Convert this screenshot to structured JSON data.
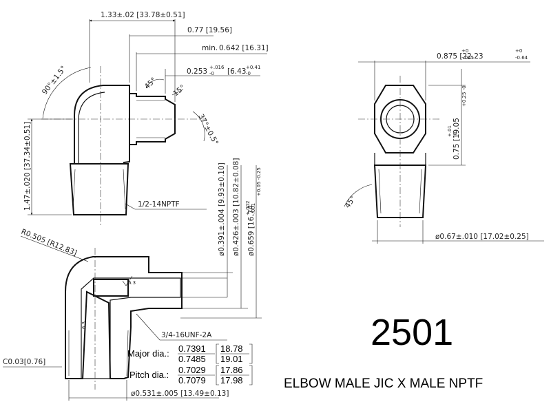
{
  "part_number": "2501",
  "part_title": "ELBOW MALE JIC X MALE NPTF",
  "dimensions": {
    "overall_width": "1.33±.02 [33.78±0.51]",
    "flare_length": "0.77 [19.56]",
    "min_length_label": "min.",
    "min_length": "0.642 [16.31]",
    "nose_length_a": "0.253",
    "nose_length_b": "[6.43",
    "angle_bend": "90°±1.5°",
    "angle_45": "45°",
    "angle_37": "37°±0.5°",
    "chamfer_15": "15°",
    "overall_height": "1.47±.020 [37.34±0.51]",
    "pipe_thread": "1/2-14NPTF",
    "radius": "R0.505 [R12.83]",
    "bore_dia": "ø0.391±.004 [9.93±0.10]",
    "thread_relief_dia": "ø0.426±.003 [10.82±0.08]",
    "flare_dia": "ø0.659 [16.74",
    "roughness_1": "6.3",
    "roughness_2": "6.3",
    "jic_thread": "3/4-16UNF-2A",
    "chamfer": "C0.03[0.76]",
    "bottom_dia": "ø0.531±.005 [13.49±0.13]",
    "hex_size": "0.875 [22.23",
    "hex_height": "0.75 [19.05",
    "side_angle": "45°",
    "pipe_dia": "ø0.67±.010 [17.02±0.25]"
  },
  "tolerances": {
    "nose_up": "+.016",
    "nose_down": "-0",
    "nose_mm_up": "+0.41",
    "nose_mm_down": "-0",
    "flare_up": "+.002",
    "flare_down": "-.001",
    "flare_mm": "+0.05 -0.25",
    "hex_up": "+0",
    "hex_down": "-.025",
    "hex_mm_up": "+0",
    "hex_mm_down": "-0.64",
    "hexh_up": "+.01",
    "hexh_down": "-0",
    "hexh_mm": "+0.25 -0"
  },
  "thread_table": {
    "major_label": "Major dia.:",
    "major_in_max": "0.7391",
    "major_in_min": "0.7485",
    "major_mm_max": "18.78",
    "major_mm_min": "19.01",
    "pitch_label": "Pitch dia.:",
    "pitch_in_max": "0.7029",
    "pitch_in_min": "0.7079",
    "pitch_mm_max": "17.86",
    "pitch_mm_min": "17.98"
  }
}
